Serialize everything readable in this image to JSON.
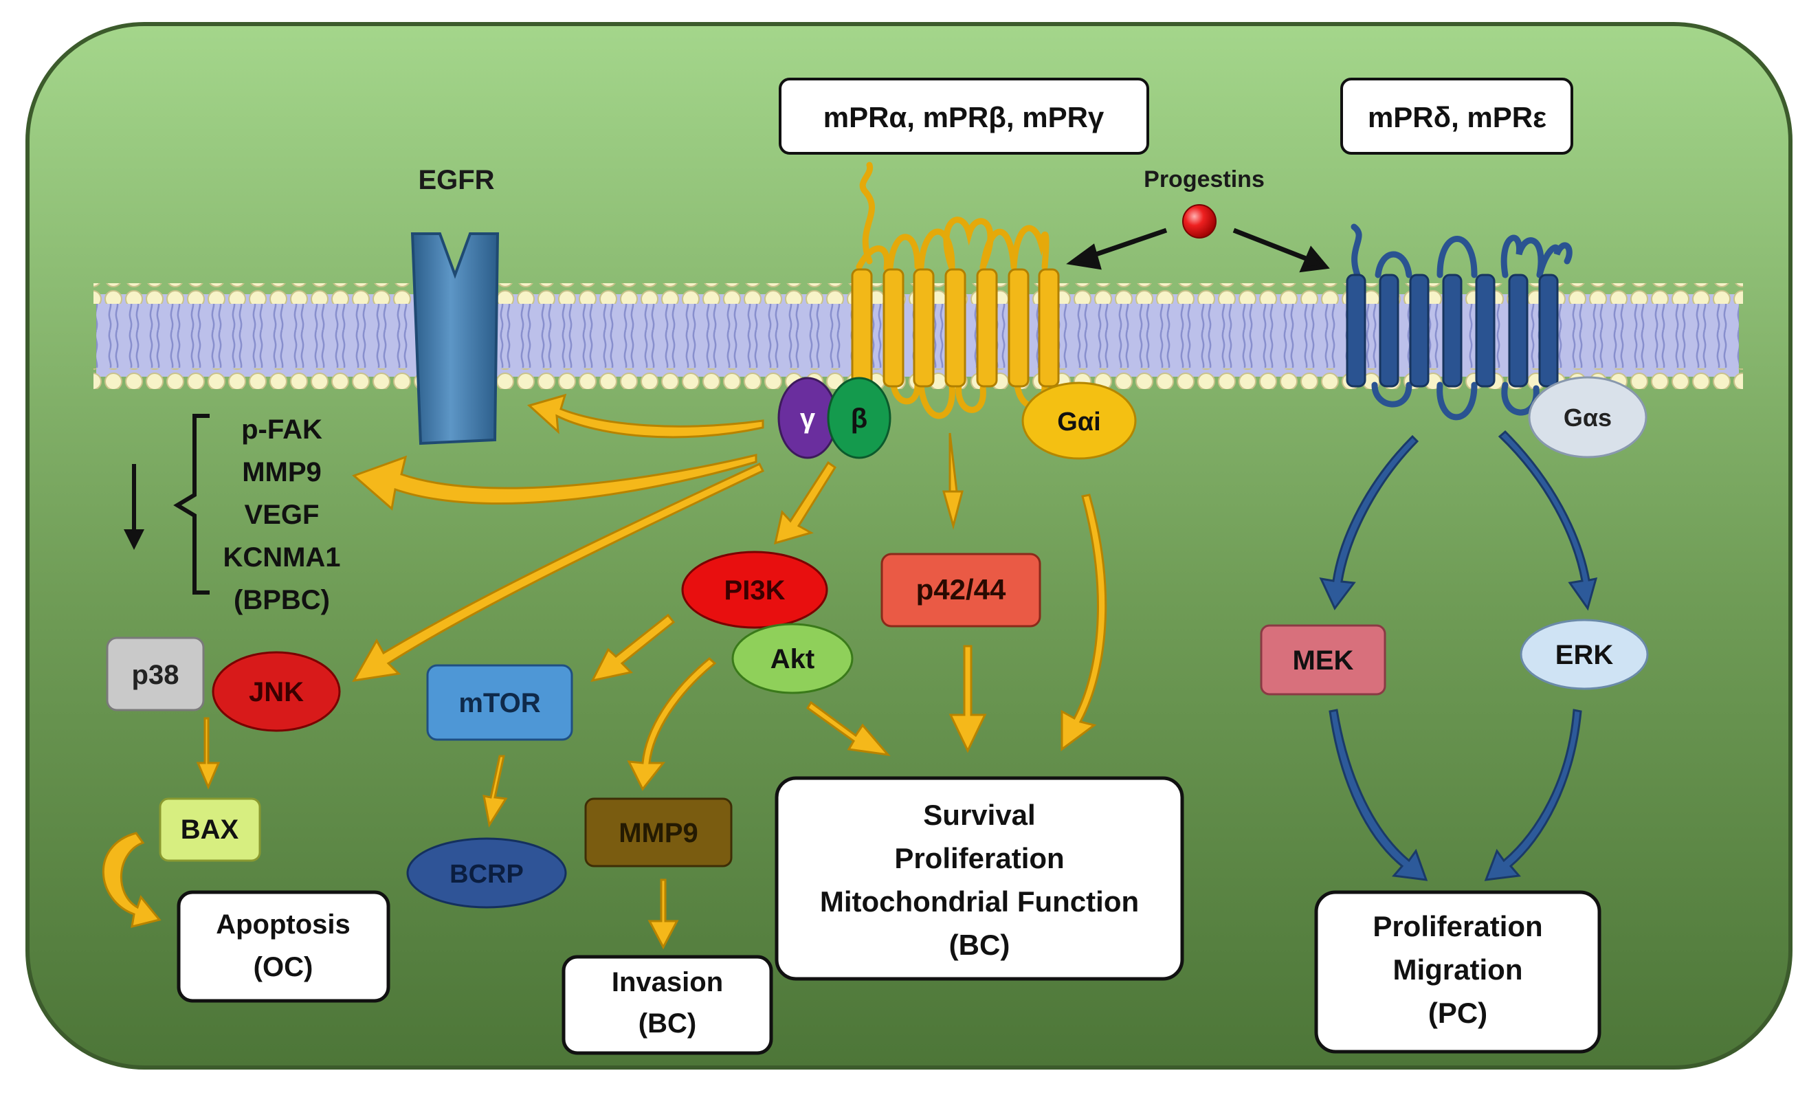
{
  "receptor_groups": {
    "classic": "mPRα, mPRβ, mPRγ",
    "other": "mPRδ, mPRε"
  },
  "egfr_label": "EGFR",
  "ligand_label": "Progestins",
  "g_proteins": {
    "gamma": "γ",
    "beta": "β",
    "g_alpha_i": "Gαi",
    "g_alpha_s": "Gαs"
  },
  "downregulated_list": [
    "p-FAK",
    "MMP9",
    "VEGF",
    "KCNMA1",
    "(BPBC)"
  ],
  "nodes": {
    "p38": "p38",
    "jnk": "JNK",
    "pi3k": "PI3K",
    "akt": "Akt",
    "p4244": "p42/44",
    "mtor": "mTOR",
    "bcrp": "BCRP",
    "mmp9": "MMP9",
    "bax": "BAX",
    "mek": "MEK",
    "erk": "ERK"
  },
  "outcomes": {
    "apoptosis": [
      "Apoptosis",
      "(OC)"
    ],
    "invasion": [
      "Invasion",
      "(BC)"
    ],
    "survival": [
      "Survival",
      "Proliferation",
      "Mitochondrial Function",
      "(BC)"
    ],
    "proliferation": [
      "Proliferation",
      "Migration",
      "(PC)"
    ]
  },
  "colors": {
    "cell_top": "#9fd087",
    "cell_bottom": "#4f7a3a",
    "membrane_head": "#f7f3c8",
    "membrane_band": "#b9bde8",
    "mpr_classic": "#f2b818",
    "mpr_other": "#2a5391",
    "egfr": "#3b73a3",
    "arrow_yellow": "#f5b81a",
    "arrow_blue": "#2d5a9a",
    "gamma": "#6a2e9e",
    "beta": "#149a4d",
    "g_alpha_i": "#f4c012",
    "g_alpha_s": "#d9e1ea",
    "jnk": "#d81a1a",
    "pi3k": "#e80f0f",
    "akt": "#8fd05a",
    "p4244": "#ea5a45",
    "mtor": "#4e97d6",
    "bcrp": "#2f5497",
    "mmp9": "#7a5c10",
    "bax": "#d7ee80",
    "p38": "#c9c9c9",
    "mek": "#d8707c",
    "erk": "#cfe3f4"
  },
  "icons": [
    "ligand-sphere-icon",
    "down-arrow-icon",
    "bracket-icon"
  ]
}
